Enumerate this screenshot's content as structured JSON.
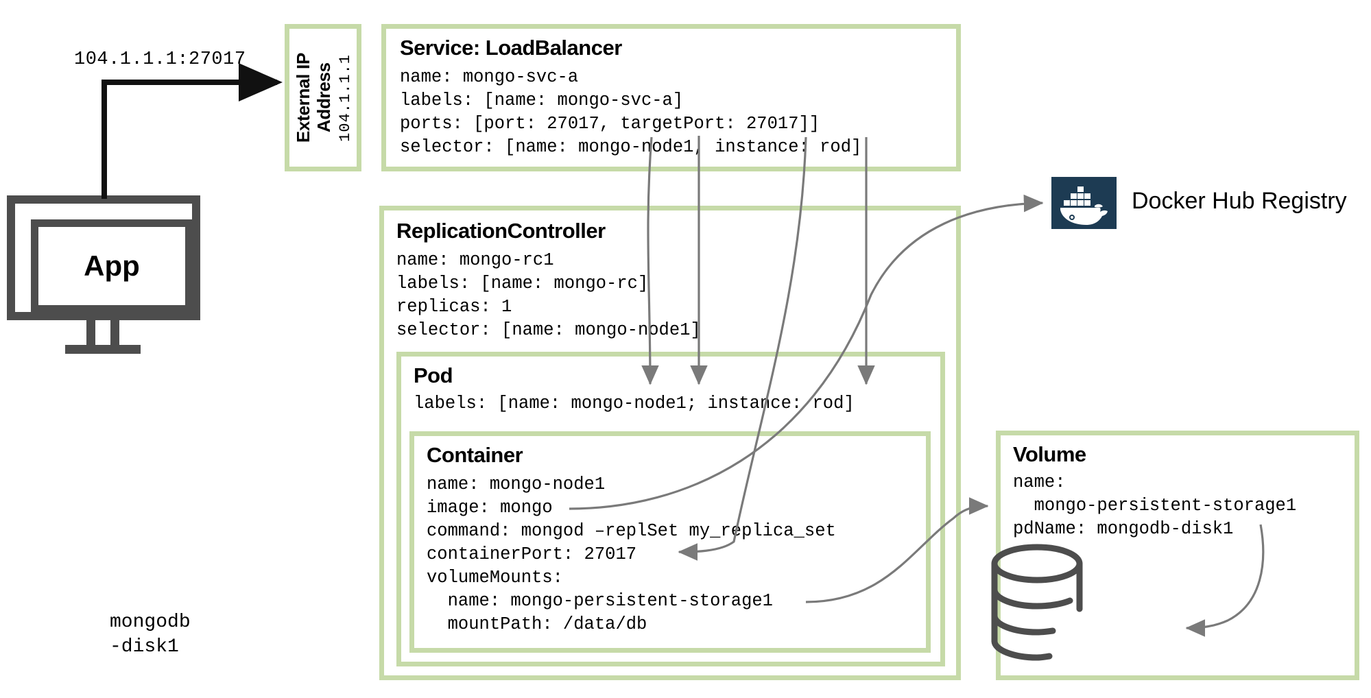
{
  "diagram": {
    "title": "Kubernetes MongoDB Deployment Diagram",
    "accent_border_color": "#c6daa8",
    "arrow_color": "#7a7a7a",
    "dark_gray": "#4d4d4d",
    "docker_navy": "#1d3b53"
  },
  "client": {
    "app_label": "App",
    "connection_label": "104.1.1.1:27017"
  },
  "external_ip": {
    "label": "External IP\nAddress",
    "label_line1": "External IP",
    "label_line2": "Address",
    "value": "104.1.1.1"
  },
  "service": {
    "title": "Service: LoadBalancer",
    "lines": [
      "name: mongo-svc-a",
      "labels: [name: mongo-svc-a]",
      "ports: [port: 27017, targetPort: 27017]]",
      "selector: [name: mongo-node1, instance: rod]"
    ],
    "text": "name: mongo-svc-a\nlabels: [name: mongo-svc-a]\nports: [port: 27017, targetPort: 27017]]\nselector: [name: mongo-node1, instance: rod]"
  },
  "replication_controller": {
    "title": "ReplicationController",
    "lines": [
      "name: mongo-rc1",
      "labels: [name: mongo-rc]",
      "replicas: 1",
      "selector: [name: mongo-node1]"
    ],
    "text": "name: mongo-rc1\nlabels: [name: mongo-rc]\nreplicas: 1\nselector: [name: mongo-node1]"
  },
  "pod": {
    "title": "Pod",
    "lines": [
      "labels: [name: mongo-node1; instance: rod]"
    ],
    "text": "labels: [name: mongo-node1; instance: rod]"
  },
  "container": {
    "title": "Container",
    "lines": [
      "name: mongo-node1",
      "image: mongo",
      "command: mongod –replSet my_replica_set",
      "containerPort: 27017",
      "volumeMounts:",
      "  name: mongo-persistent-storage1",
      "  mountPath: /data/db"
    ],
    "text": "name: mongo-node1\nimage: mongo\ncommand: mongod –replSet my_replica_set\ncontainerPort: 27017\nvolumeMounts:\n  name: mongo-persistent-storage1\n  mountPath: /data/db"
  },
  "volume": {
    "title": "Volume",
    "lines": [
      "name:",
      "  mongo-persistent-storage1",
      "pdName: mongodb-disk1"
    ],
    "text": "name:\n  mongo-persistent-storage1\npdName: mongodb-disk1",
    "disk_caption": "mongodb\n-disk1",
    "disk_caption_line1": "mongodb",
    "disk_caption_line2": "-disk1"
  },
  "registry": {
    "label": "Docker Hub Registry",
    "icon": "docker-whale-icon"
  }
}
